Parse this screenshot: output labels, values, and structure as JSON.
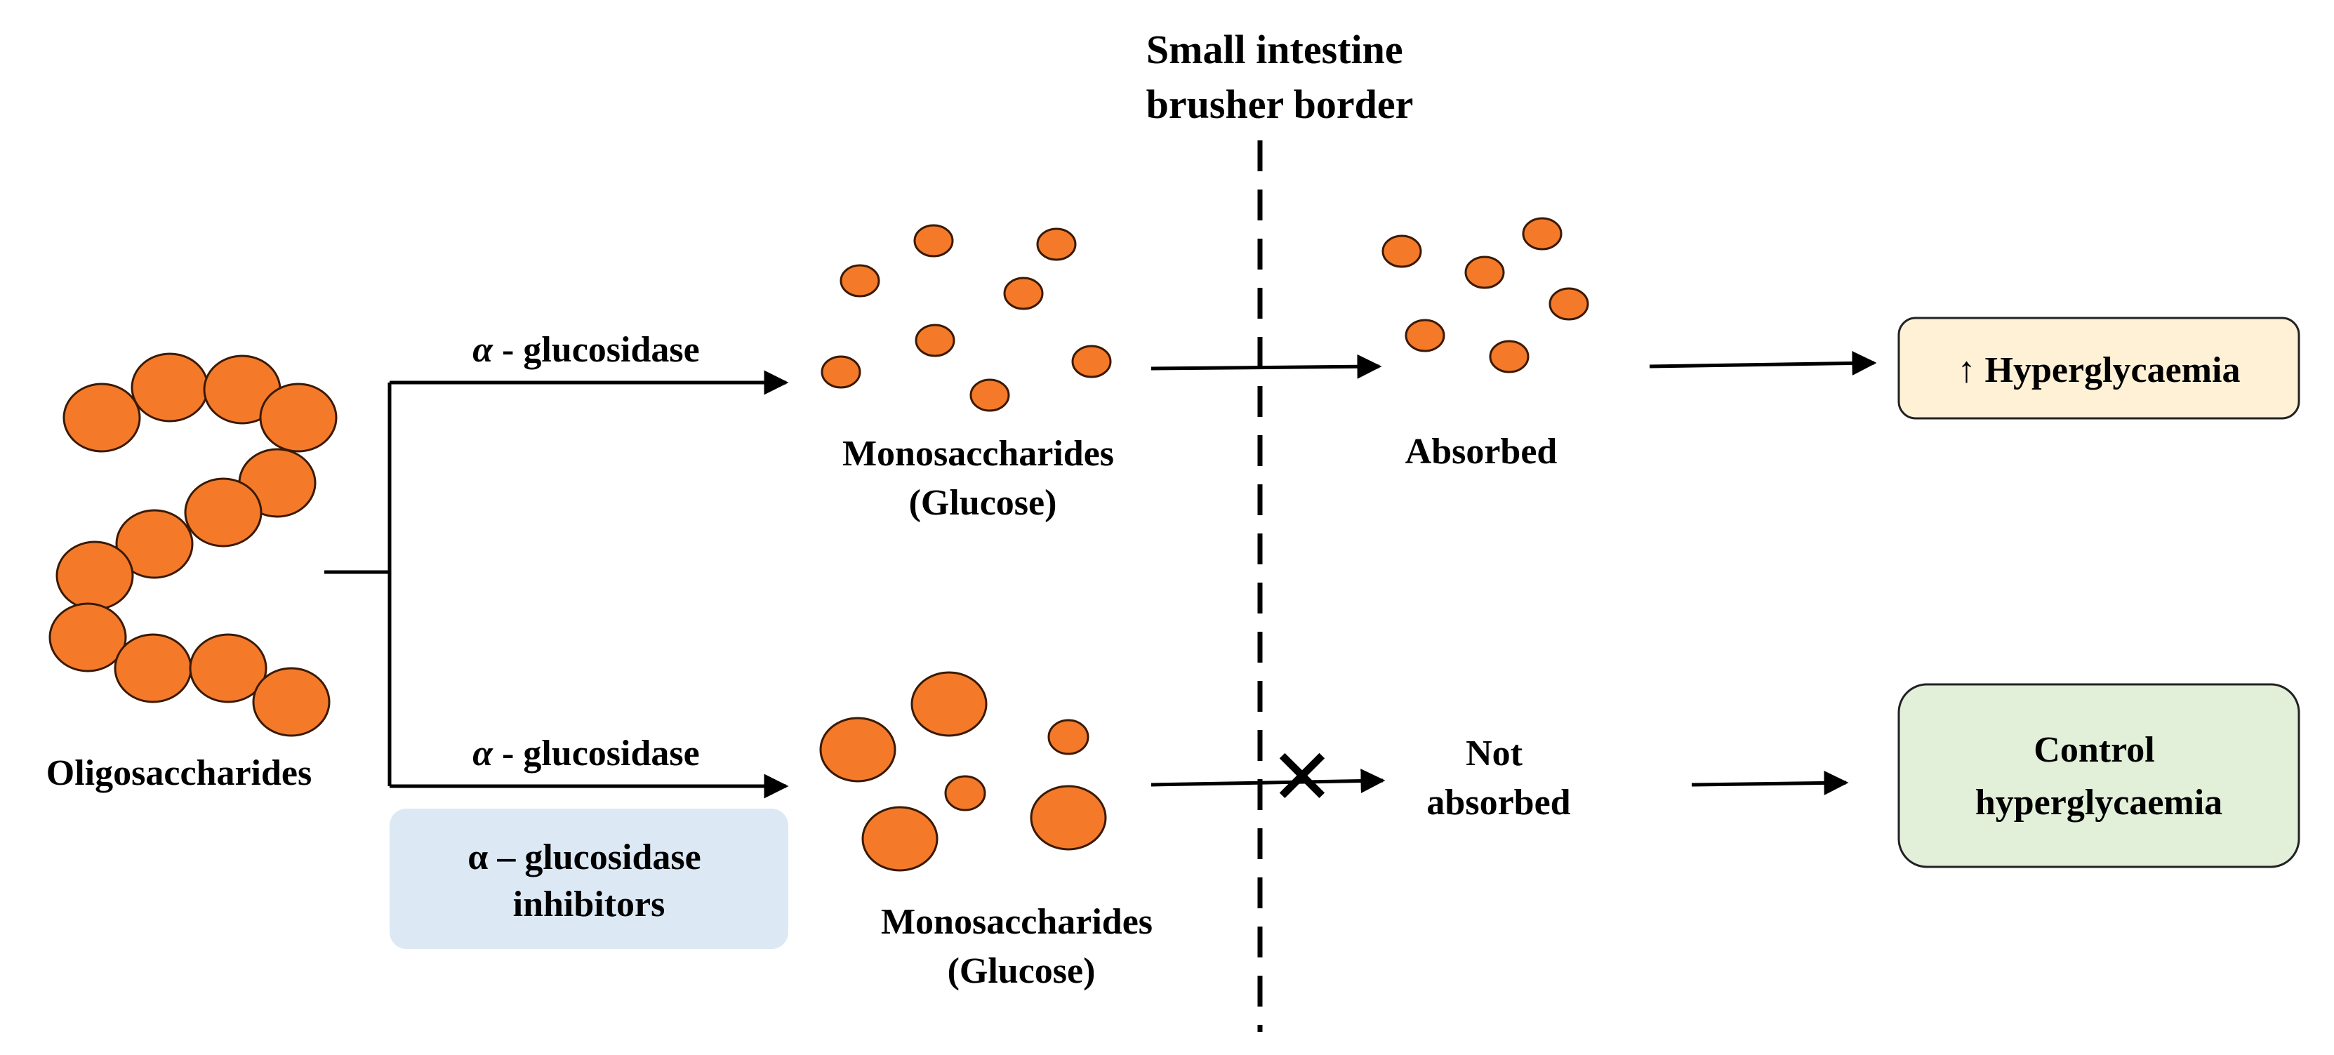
{
  "border_title": [
    "Small intestine",
    "brusher border"
  ],
  "oligosaccharides_label": "Oligosaccharides",
  "enzyme_symbol": "α",
  "enzyme_top": " - glucosidase",
  "enzyme_bottom": " - glucosidase",
  "inhibitor_box": {
    "line1": "α – glucosidase",
    "line2": "inhibitors"
  },
  "mono_top": [
    "Monosaccharides",
    "(Glucose)"
  ],
  "mono_bottom": [
    "Monosaccharides",
    "(Glucose)"
  ],
  "absorbed_label": "Absorbed",
  "not_absorbed_label": [
    "Not",
    "absorbed"
  ],
  "outcome_top": "↑ Hyperglycaemia",
  "outcome_bottom": [
    "Control",
    "hyperglycaemia"
  ],
  "block_symbol": "✕",
  "colors": {
    "molecule_fill": "#F47A2A",
    "molecule_stroke": "#3A1A05",
    "inhibitor_box": "#DCE9F5",
    "outcome_top_box": "#FFF1D6",
    "outcome_bottom_box": "#E2EFD9",
    "line": "#000000"
  }
}
